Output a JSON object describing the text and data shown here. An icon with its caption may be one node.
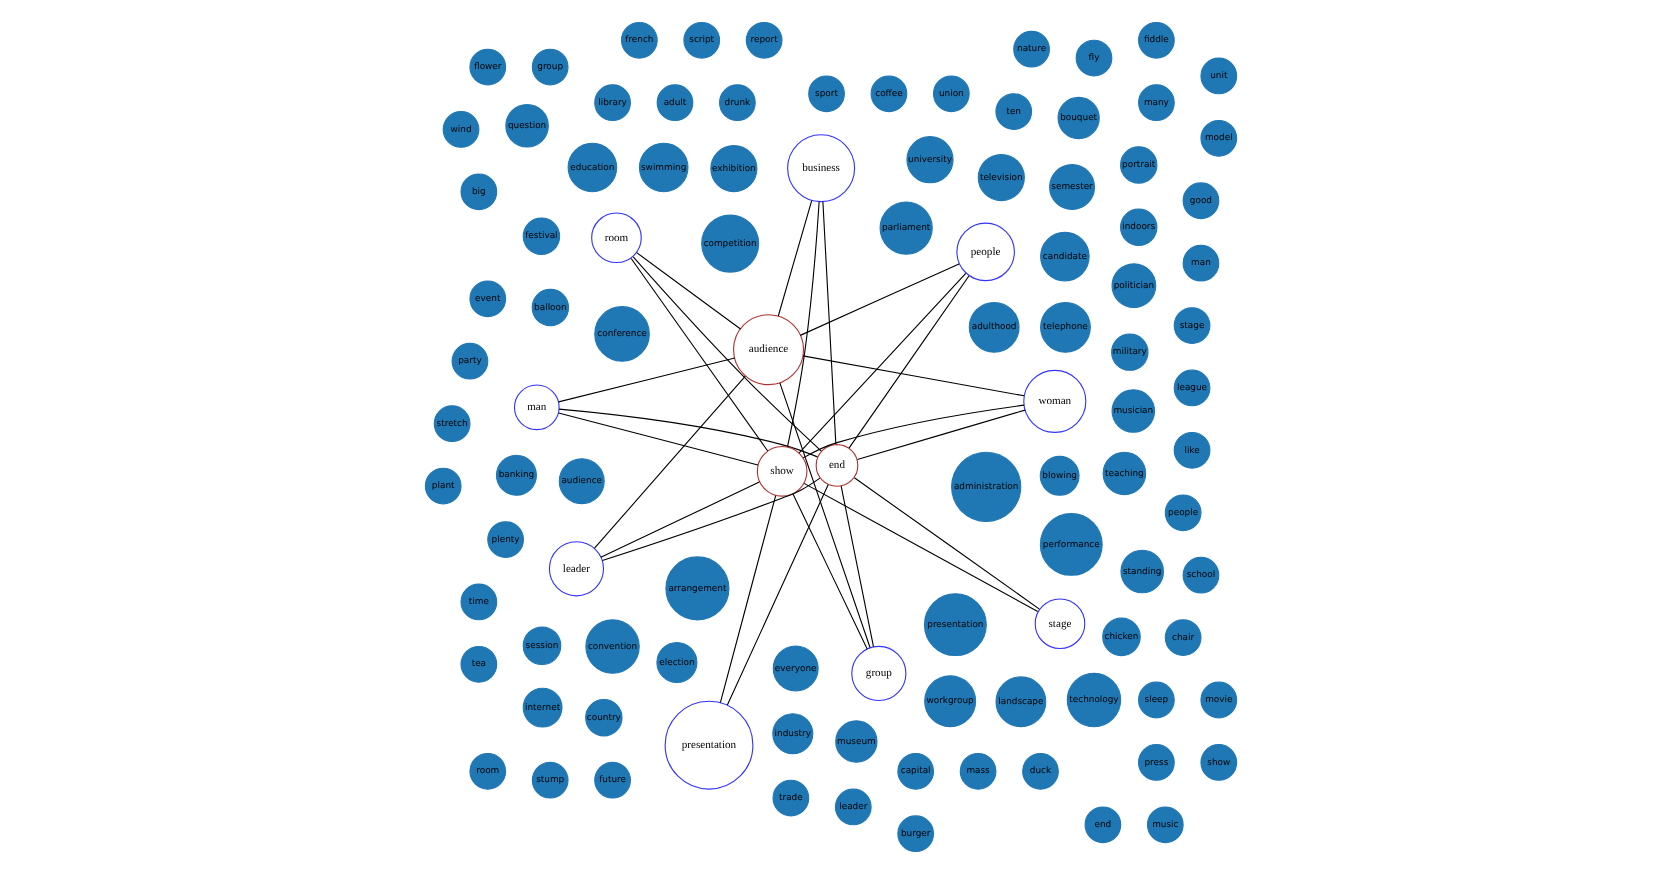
{
  "diagram": {
    "nodes": [
      {
        "text": [
          "blowing"
        ]
      },
      {
        "text": [
          "adulthood"
        ]
      },
      {
        "text": [
          "ten"
        ]
      },
      {
        "text": [
          "parliament"
        ]
      },
      {
        "text": [
          "plenty"
        ]
      },
      {
        "text": [
          "press"
        ]
      },
      {
        "text": [
          "competition"
        ]
      },
      {
        "text": [
          "sleep"
        ]
      },
      {
        "text": [
          "convention"
        ]
      },
      {
        "text": [
          "election"
        ]
      },
      {
        "text": [
          "balloon"
        ]
      },
      {
        "text": [
          "many"
        ]
      },
      {
        "text": [
          "drunk"
        ]
      },
      {
        "text": [
          "telephone"
        ]
      },
      {
        "text": [
          "festival"
        ]
      },
      {
        "text": [
          "adult"
        ]
      },
      {
        "text": [
          "library"
        ]
      },
      {
        "text": [
          "capital"
        ]
      },
      {
        "text": [
          "mass"
        ]
      },
      {
        "text": [
          "duck"
        ]
      },
      {
        "text": [
          "candidate"
        ]
      },
      {
        "text": [
          "union"
        ]
      },
      {
        "text": [
          "session"
        ]
      },
      {
        "text": [
          "semester"
        ]
      },
      {
        "text": [
          "everyone"
        ]
      },
      {
        "text": [
          "coffee"
        ]
      },
      {
        "text": [
          "sport"
        ]
      },
      {
        "text": [
          "event"
        ]
      },
      {
        "text": [
          "room"
        ]
      },
      {
        "text": [
          "television"
        ]
      },
      {
        "text": [
          "internet"
        ]
      },
      {
        "text": [
          "big"
        ]
      },
      {
        "text": [
          "time"
        ]
      },
      {
        "text": [
          "country"
        ]
      },
      {
        "text": [
          "chicken"
        ]
      },
      {
        "text": [
          "tea"
        ]
      },
      {
        "text": [
          "stump"
        ]
      },
      {
        "text": [
          "future"
        ]
      },
      {
        "text": [
          "audience"
        ]
      },
      {
        "text": [
          "chair"
        ]
      },
      {
        "text": [
          "people"
        ]
      },
      {
        "text": [
          "party"
        ]
      },
      {
        "text": [
          "like"
        ]
      },
      {
        "text": [
          "league"
        ]
      },
      {
        "text": [
          "stage"
        ]
      },
      {
        "text": [
          "group"
        ]
      },
      {
        "text": [
          "flower"
        ]
      },
      {
        "text": [
          "wind"
        ]
      },
      {
        "text": [
          "trade"
        ]
      },
      {
        "text": [
          "teaching"
        ]
      },
      {
        "text": [
          "musician"
        ]
      },
      {
        "text": [
          "leader"
        ]
      },
      {
        "text": [
          "school"
        ]
      },
      {
        "text": [
          "man"
        ]
      },
      {
        "text": [
          "military"
        ]
      },
      {
        "text": [
          "good"
        ]
      },
      {
        "text": [
          "fly"
        ]
      },
      {
        "text": [
          "stretch"
        ]
      },
      {
        "text": [
          "politician"
        ]
      },
      {
        "text": [
          "question"
        ]
      },
      {
        "text": [
          "nature"
        ]
      },
      {
        "text": [
          "plant"
        ]
      },
      {
        "text": [
          "administration"
        ]
      },
      {
        "text": [
          "end"
        ]
      },
      {
        "text": [
          "presentation"
        ]
      },
      {
        "text": [
          "exhibition"
        ]
      },
      {
        "text": [
          "music"
        ]
      },
      {
        "text": [
          "show"
        ]
      },
      {
        "text": [
          "movie"
        ]
      },
      {
        "text": [
          "industry"
        ]
      },
      {
        "text": [
          "conference"
        ]
      },
      {
        "text": [
          "museum"
        ]
      },
      {
        "text": [
          "swimming"
        ]
      },
      {
        "text": [
          "education"
        ]
      },
      {
        "text": [
          "university"
        ]
      },
      {
        "text": [
          "performance"
        ]
      },
      {
        "text": [
          "standing"
        ]
      },
      {
        "text": [
          "indoors"
        ]
      },
      {
        "text": [
          "workgroup"
        ]
      },
      {
        "text": [
          "portrait"
        ]
      },
      {
        "text": [
          "model"
        ]
      },
      {
        "text": [
          "landscape"
        ]
      },
      {
        "text": [
          "technology"
        ]
      },
      {
        "text": [
          "unit"
        ]
      },
      {
        "text": [
          "arrangement"
        ]
      },
      {
        "text": [
          "bouquet"
        ]
      },
      {
        "text": [
          "fiddle"
        ]
      },
      {
        "text": [
          "report"
        ]
      },
      {
        "text": [
          "script"
        ]
      },
      {
        "text": [
          "banking"
        ]
      },
      {
        "text": [
          "french"
        ]
      },
      {
        "text": [
          "burger"
        ]
      },
      {
        "text": [
          "man"
        ]
      },
      {
        "text": [
          "woman"
        ]
      },
      {
        "text": [
          "group"
        ]
      },
      {
        "text": [
          "room"
        ]
      },
      {
        "text": [
          "people"
        ]
      },
      {
        "text": [
          "business"
        ]
      },
      {
        "text": [
          "leader"
        ]
      },
      {
        "text": [
          "stage"
        ]
      },
      {
        "text": [
          "presentation"
        ]
      },
      {
        "text": [
          "end"
        ]
      },
      {
        "text": [
          "audience"
        ]
      },
      {
        "text": [
          "show"
        ]
      }
    ],
    "edges": [
      {
        "from": 92,
        "to": 101,
        "arrow": "none"
      },
      {
        "from": 92,
        "to": 102,
        "arrow": "none"
      },
      {
        "from": 92,
        "to": 103,
        "arrow": "none"
      },
      {
        "from": 93,
        "to": 101,
        "arrow": "none"
      },
      {
        "from": 93,
        "to": 102,
        "arrow": "none"
      },
      {
        "from": 93,
        "to": 103,
        "arrow": "none"
      },
      {
        "from": 94,
        "to": 101,
        "arrow": "none"
      },
      {
        "from": 94,
        "to": 102,
        "arrow": "none"
      },
      {
        "from": 94,
        "to": 103,
        "arrow": "none"
      },
      {
        "from": 95,
        "to": 101,
        "arrow": "none"
      },
      {
        "from": 95,
        "to": 102,
        "arrow": "none"
      },
      {
        "from": 95,
        "to": 103,
        "arrow": "none"
      },
      {
        "from": 96,
        "to": 101,
        "arrow": "none"
      },
      {
        "from": 96,
        "to": 102,
        "arrow": "none"
      },
      {
        "from": 96,
        "to": 103,
        "arrow": "none"
      },
      {
        "from": 97,
        "to": 101,
        "arrow": "none"
      },
      {
        "from": 97,
        "to": 102,
        "arrow": "none"
      },
      {
        "from": 97,
        "to": 103,
        "arrow": "none"
      },
      {
        "from": 98,
        "to": 101,
        "arrow": "none"
      },
      {
        "from": 98,
        "to": 102,
        "arrow": "none"
      },
      {
        "from": 98,
        "to": 103,
        "arrow": "none"
      },
      {
        "from": 99,
        "to": 101,
        "arrow": "none"
      },
      {
        "from": 99,
        "to": 103,
        "arrow": "none"
      },
      {
        "from": 100,
        "to": 101,
        "arrow": "none"
      },
      {
        "from": 100,
        "to": 103,
        "arrow": "none"
      }
    ]
  }
}
